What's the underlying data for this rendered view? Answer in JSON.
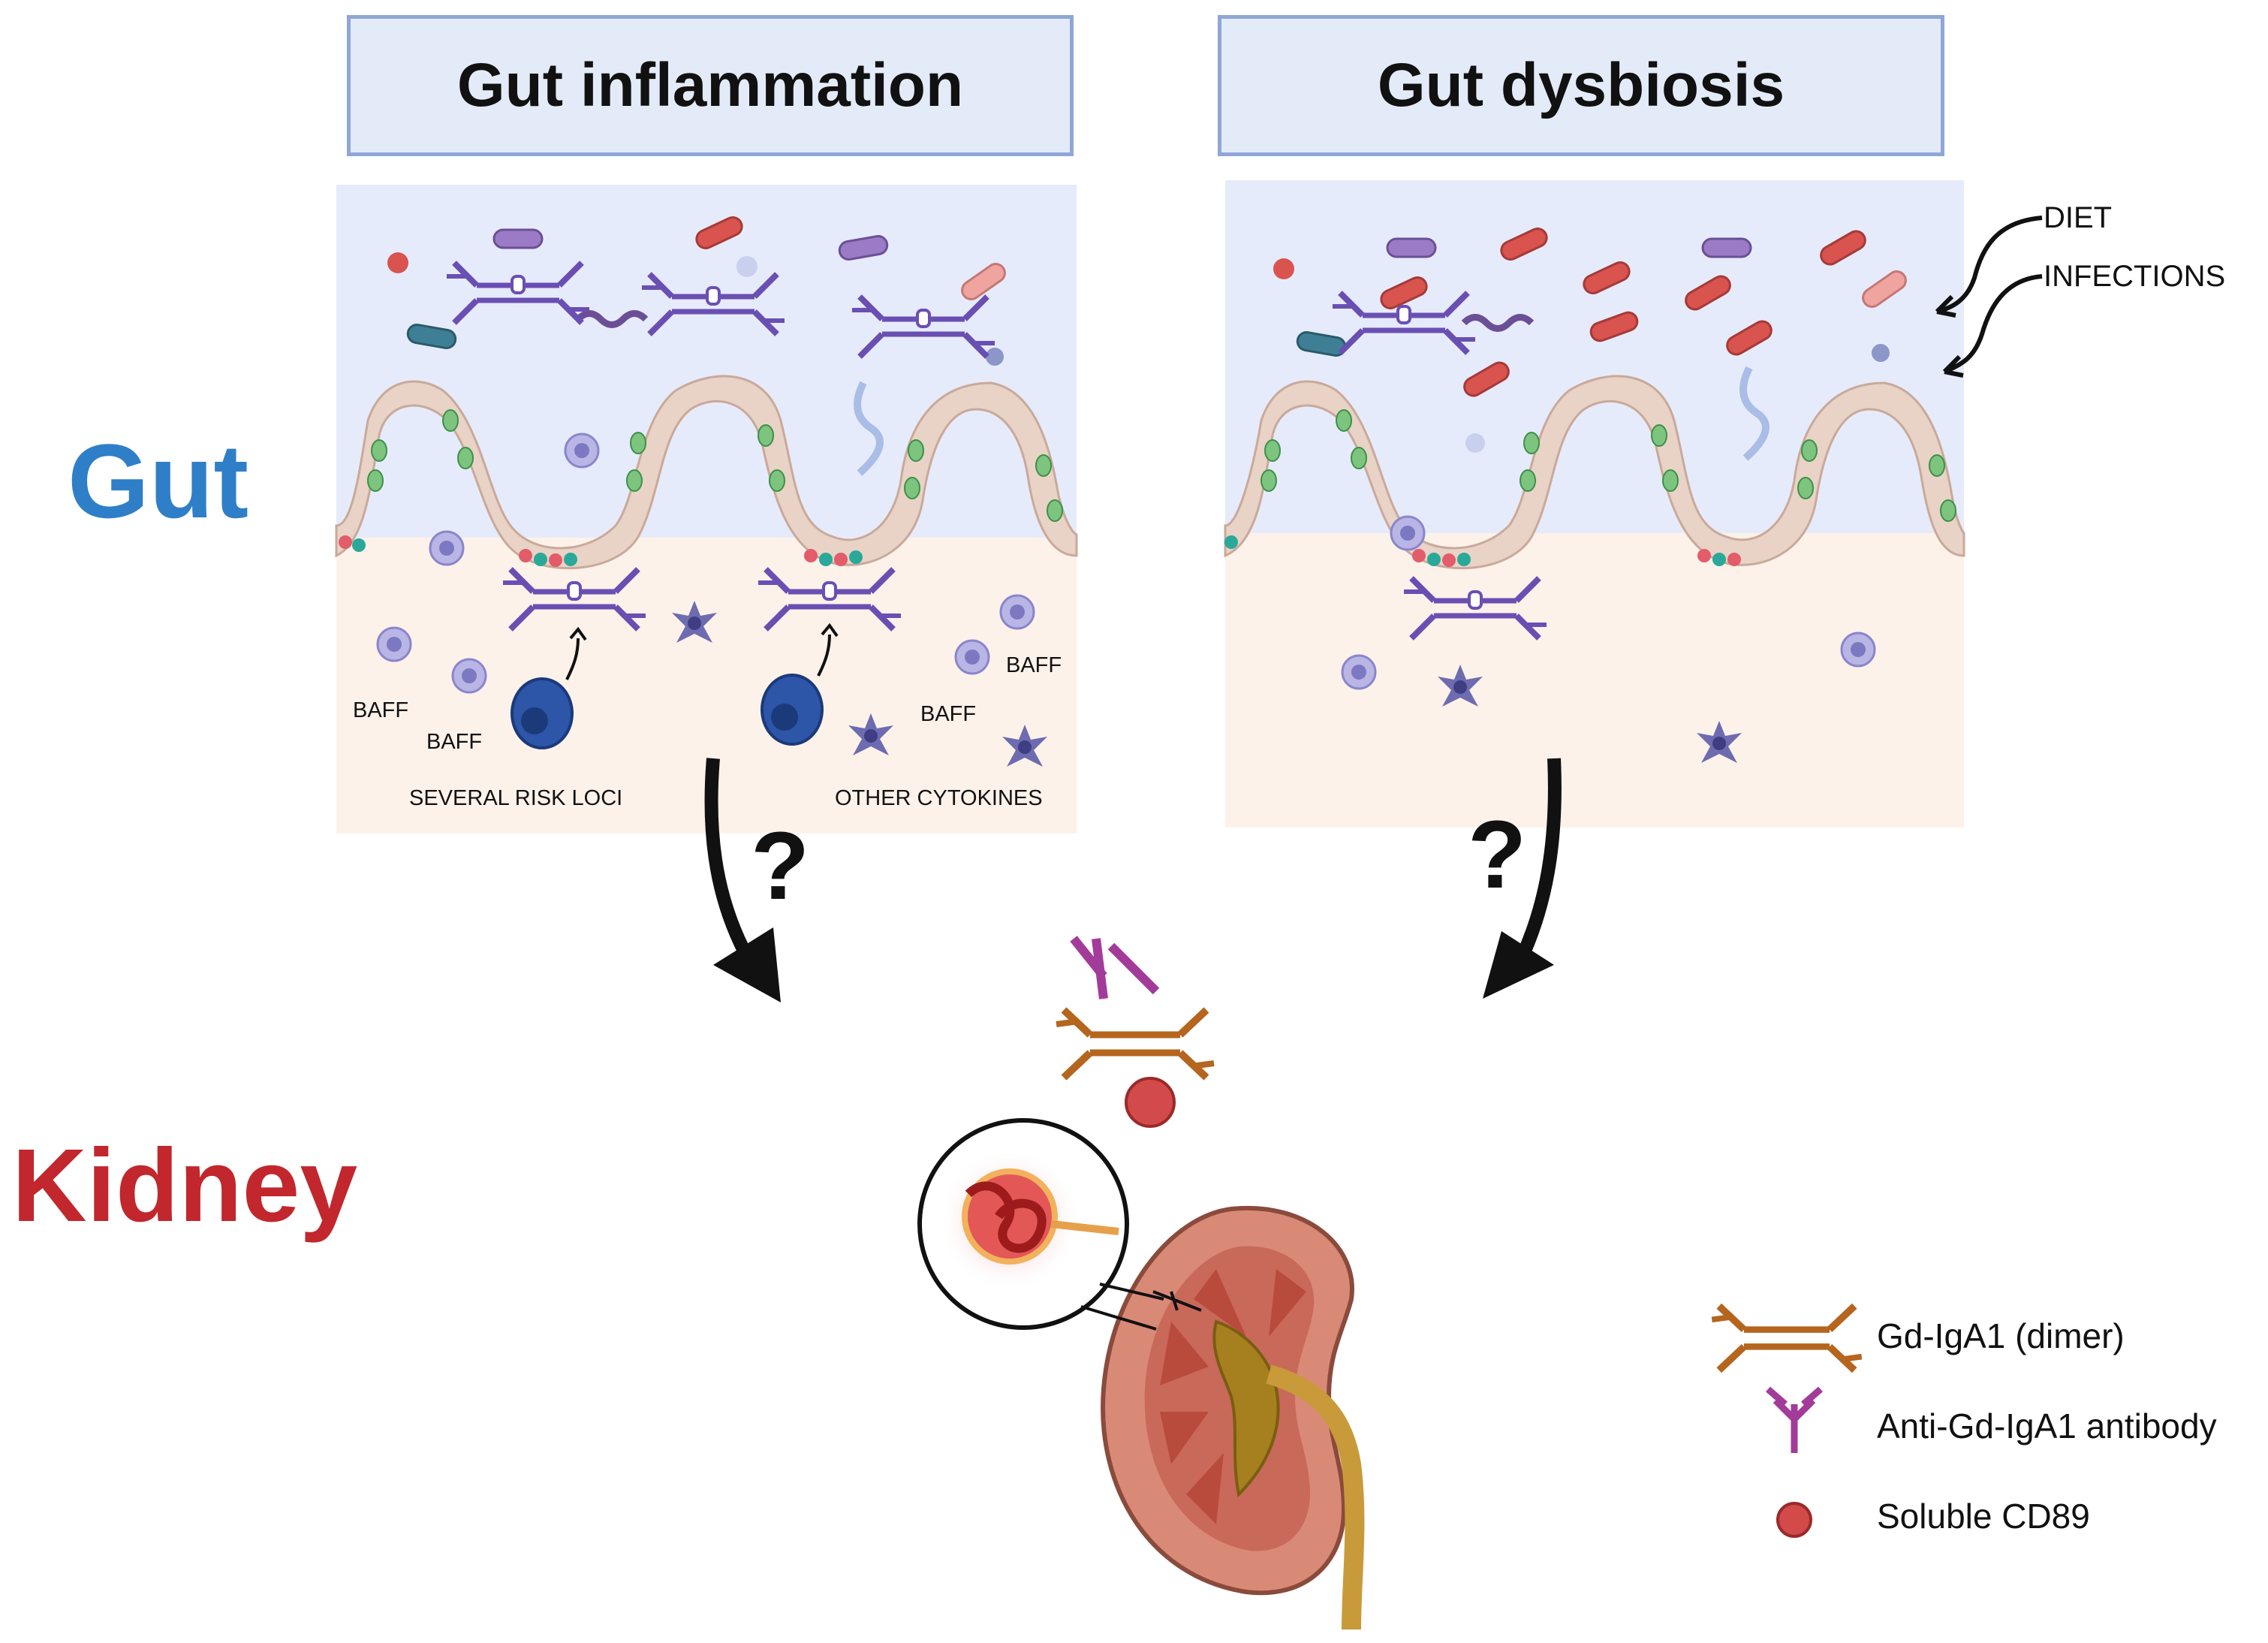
{
  "panels": {
    "left_title": "Gut inflammation",
    "right_title": "Gut dysbiosis"
  },
  "row_labels": {
    "gut": "Gut",
    "kidney": "Kidney"
  },
  "left_panel": {
    "baff_labels": [
      "BAFF",
      "BAFF",
      "BAFF",
      "BAFF"
    ],
    "risk_loci": "SEVERAL RISK LOCI",
    "cytokines": "OTHER CYTOKINES"
  },
  "right_panel": {
    "diet": "DIET",
    "infections": "INFECTIONS"
  },
  "question_mark": "?",
  "legend": {
    "items": [
      {
        "label": "Gd-IgA1 (dimer)",
        "icon": "iga1-dimer-icon",
        "color": "#b5651d"
      },
      {
        "label": "Anti-Gd-IgA1 antibody",
        "icon": "antibody-icon",
        "color": "#a33b9a"
      },
      {
        "label": "Soluble CD89",
        "icon": "cd89-dot-icon",
        "color": "#d24a4a"
      }
    ]
  },
  "colors": {
    "title_box_fill": "#e3ebf8",
    "title_box_border": "#8fa6d6",
    "lumen": "#e6ebfb",
    "lamina": "#fdf2ea",
    "gut_label": "#2f7fc8",
    "kidney_label": "#c1272d",
    "iga_dimer": "#6a4fb3",
    "gd_iga1": "#b5651d",
    "bacteria_red": "#d9534f",
    "kidney_cortex": "#d98a76"
  }
}
